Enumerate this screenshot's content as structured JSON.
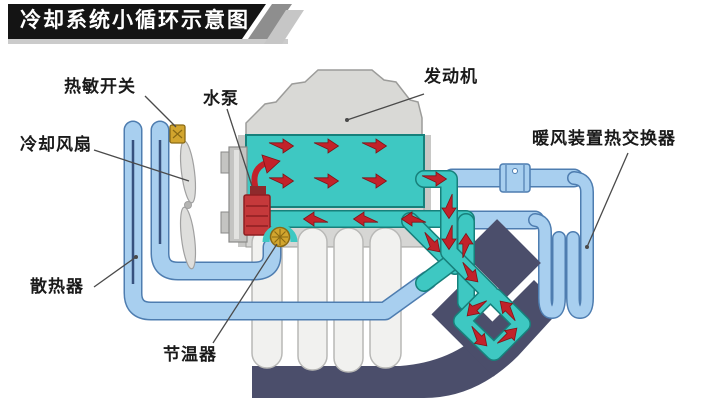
{
  "title": "冷却系统小循环示意图",
  "labels": {
    "thermal_switch": "热敏开关",
    "water_pump": "水泵",
    "engine": "发动机",
    "cooling_fan": "冷却风扇",
    "heater_exchanger": "暖风装置热交换器",
    "radiator": "散热器",
    "thermostat": "节温器"
  },
  "colors": {
    "background": "#ffffff",
    "titleBlack": "#141414",
    "titleText": "#ffffff",
    "stripeDark": "#8e8e8e",
    "stripeLight": "#c6c6c6",
    "underStrip": "#cbcbcb",
    "labelColor": "#1a1a1a",
    "pointer": "#4a4a4a",
    "teal": "#3ec8c2",
    "tealDark": "#17807b",
    "pipeBlue": "#a8cfef",
    "pipeOutline": "#4e7db0",
    "coreLine": "#36517e",
    "arrowRed": "#c2222a",
    "arrowDark": "#801418",
    "navy": "#4b4e6b",
    "engineGray": "#d9d9d6",
    "engineEdge": "#9c9c9a",
    "blockGray": "#d6d6d4",
    "sideStrip": "#c8c8c6",
    "legWhite": "#f1f1ef",
    "legEdge": "#b8b8b6",
    "fanGray": "#dededc",
    "fanEdge": "#a0a0a0",
    "gold": "#d2a52e",
    "goldDark": "#8a6a14",
    "pumpRed": "#c5393b",
    "pumpDark": "#8e1f22",
    "plateGray": "#c4c4c2",
    "plateEdge": "#8a8a88"
  }
}
